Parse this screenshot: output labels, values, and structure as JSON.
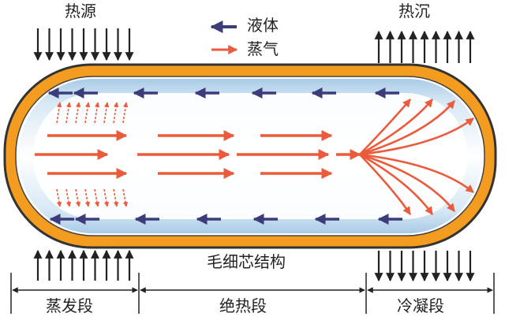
{
  "labels": {
    "heat_source": "热源",
    "heat_sink": "热沉",
    "wick_structure": "毛细芯结构"
  },
  "legend": {
    "liquid": "液体",
    "vapor": "蒸气"
  },
  "sections": {
    "evaporator": "蒸发段",
    "adiabatic": "绝热段",
    "condenser": "冷凝段"
  },
  "colors": {
    "shell": "#f39c1f",
    "wick": "#bcd8ee",
    "liquid_arrow": "#3d3c7a",
    "vapor_arrow": "#ec5a3c",
    "heat_arrow": "#222222"
  }
}
